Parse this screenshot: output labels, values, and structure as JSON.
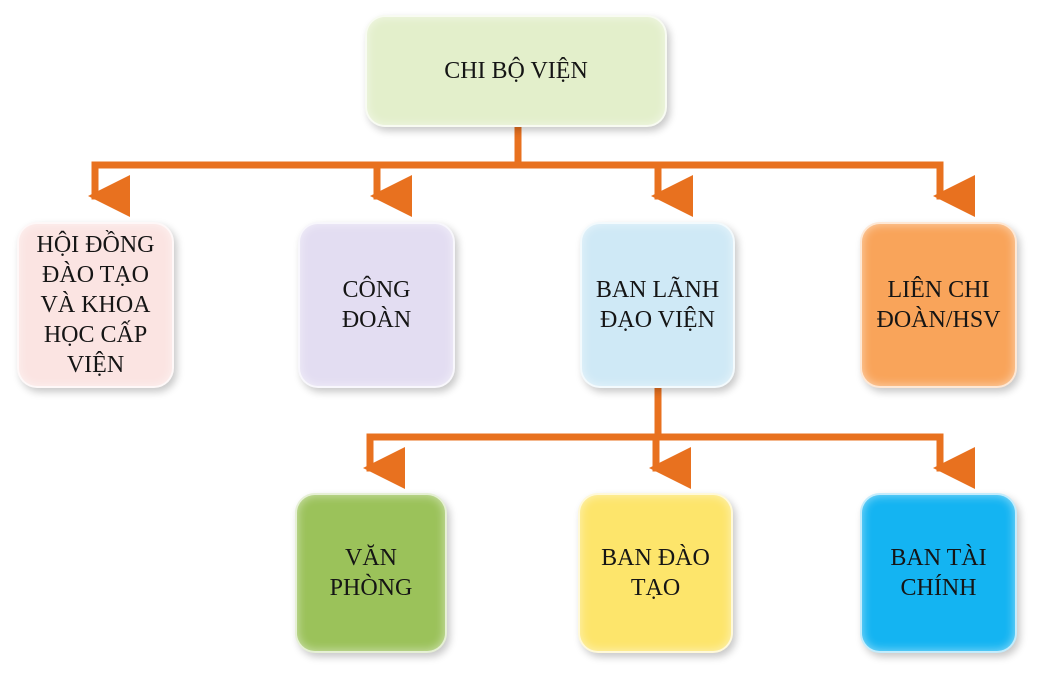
{
  "diagram": {
    "root": {
      "label": "CHI BỘ VIỆN",
      "color": "#e3efcb"
    },
    "level1": [
      {
        "label": "HỘI ĐỒNG\nĐÀO TẠO\nVÀ KHOA\nHỌC CẤP\nVIỆN",
        "color": "#fbe4e2"
      },
      {
        "label": "CÔNG\nĐOÀN",
        "color": "#e3ddf2"
      },
      {
        "label": "BAN LÃNH\nĐẠO VIỆN",
        "color": "#cfe9f6"
      },
      {
        "label": "LIÊN CHI\nĐOÀN/HSV",
        "color": "#f9a45a"
      }
    ],
    "level2": [
      {
        "label": "VĂN\nPHÒNG",
        "color": "#9bc25a"
      },
      {
        "label": "BAN ĐÀO\nTẠO",
        "color": "#fde56b"
      },
      {
        "label": "BAN TÀI\nCHÍNH",
        "color": "#14b4f2"
      }
    ],
    "connector_color": "#e8711f"
  }
}
